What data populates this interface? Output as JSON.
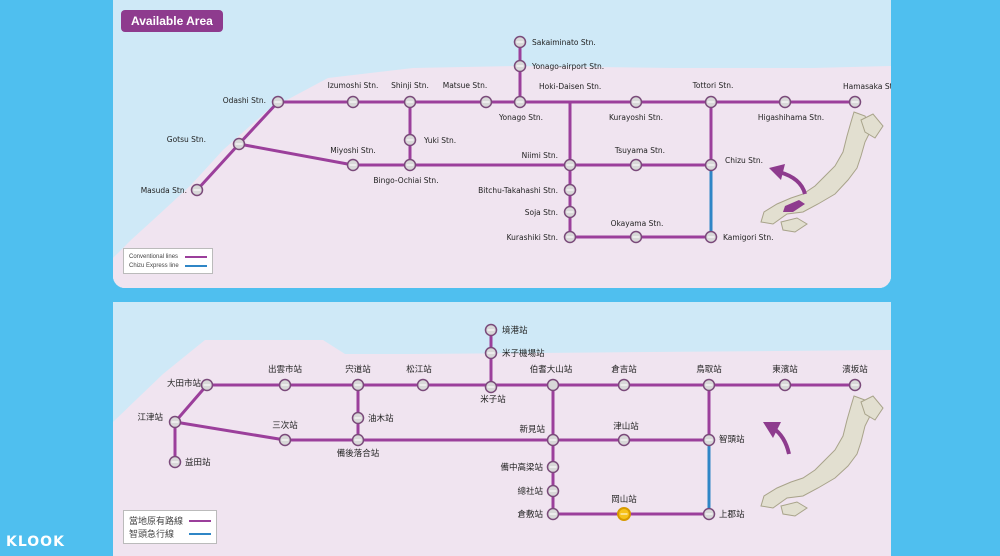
{
  "title": "Available Area",
  "watermark": "KLOOK",
  "colors": {
    "background": "#4fbfef",
    "sea": "#cfe9f7",
    "land": "#f0e4f0",
    "line_conventional": "#9b3f9b",
    "line_express": "#2f86c6",
    "station_fill": "#d8d8d8",
    "station_stroke": "#7a4a7a",
    "badge": "#8e3b8e",
    "japan_land": "#e2dfd0",
    "highlight_station": "#f7c21a"
  },
  "top_map": {
    "legend": {
      "conventional": "Conventional lines",
      "express": "Chizu Express line"
    },
    "stations": [
      {
        "id": "sakaiminato",
        "label": "Sakaiminato Stn."
      },
      {
        "id": "yonago_airport",
        "label": "Yonago-airport Stn."
      },
      {
        "id": "odashi",
        "label": "Odashi Stn."
      },
      {
        "id": "izumoshi",
        "label": "Izumoshi Stn."
      },
      {
        "id": "shinji",
        "label": "Shinji Stn."
      },
      {
        "id": "matsue",
        "label": "Matsue Stn."
      },
      {
        "id": "hoki_daisen",
        "label": "Hoki-Daisen Stn."
      },
      {
        "id": "tottori",
        "label": "Tottori Stn."
      },
      {
        "id": "hamasaka",
        "label": "Hamasaka Stn."
      },
      {
        "id": "yonago",
        "label": "Yonago Stn."
      },
      {
        "id": "kurayoshi",
        "label": "Kurayoshi Stn."
      },
      {
        "id": "higashihama",
        "label": "Higashihama Stn."
      },
      {
        "id": "gotsu",
        "label": "Gotsu Stn."
      },
      {
        "id": "yuki",
        "label": "Yuki Stn."
      },
      {
        "id": "miyoshi",
        "label": "Miyoshi Stn."
      },
      {
        "id": "niimi",
        "label": "Niimi Stn."
      },
      {
        "id": "tsuyama",
        "label": "Tsuyama Stn."
      },
      {
        "id": "chizu",
        "label": "Chizu Stn."
      },
      {
        "id": "bingo_ochiai",
        "label": "Bingo-Ochiai Stn."
      },
      {
        "id": "masuda",
        "label": "Masuda Stn."
      },
      {
        "id": "bitchu_takahashi",
        "label": "Bitchu-Takahashi Stn."
      },
      {
        "id": "soja",
        "label": "Soja Stn."
      },
      {
        "id": "okayama",
        "label": "Okayama Stn."
      },
      {
        "id": "kurashiki",
        "label": "Kurashiki Stn."
      },
      {
        "id": "kamigori",
        "label": "Kamigori Stn."
      }
    ]
  },
  "bottom_map": {
    "legend": {
      "conventional": "當地原有路線",
      "express": "智頭急行線"
    },
    "stations": [
      {
        "id": "sakaiminato",
        "label": "境港站"
      },
      {
        "id": "yonago_airport",
        "label": "米子機場站"
      },
      {
        "id": "odashi",
        "label": "大田市站"
      },
      {
        "id": "izumoshi",
        "label": "出雲市站"
      },
      {
        "id": "shinji",
        "label": "宍道站"
      },
      {
        "id": "matsue",
        "label": "松江站"
      },
      {
        "id": "hoki_daisen",
        "label": "伯耆大山站"
      },
      {
        "id": "kurayoshi",
        "label": "倉吉站"
      },
      {
        "id": "tottori",
        "label": "鳥取站"
      },
      {
        "id": "higashihama",
        "label": "東濱站"
      },
      {
        "id": "hamasaka",
        "label": "濱坂站"
      },
      {
        "id": "yonago",
        "label": "米子站"
      },
      {
        "id": "gotsu",
        "label": "江津站"
      },
      {
        "id": "yuki",
        "label": "油木站"
      },
      {
        "id": "miyoshi",
        "label": "三次站"
      },
      {
        "id": "niimi",
        "label": "新見站"
      },
      {
        "id": "tsuyama",
        "label": "津山站"
      },
      {
        "id": "chizu",
        "label": "智頭站"
      },
      {
        "id": "bingo_ochiai",
        "label": "備後落合站"
      },
      {
        "id": "masuda",
        "label": "益田站"
      },
      {
        "id": "bitchu_takahashi",
        "label": "備中高梁站"
      },
      {
        "id": "soja",
        "label": "總社站"
      },
      {
        "id": "kurashiki",
        "label": "倉敷站"
      },
      {
        "id": "okayama",
        "label": "岡山站"
      },
      {
        "id": "kamigori",
        "label": "上郡站"
      }
    ]
  }
}
